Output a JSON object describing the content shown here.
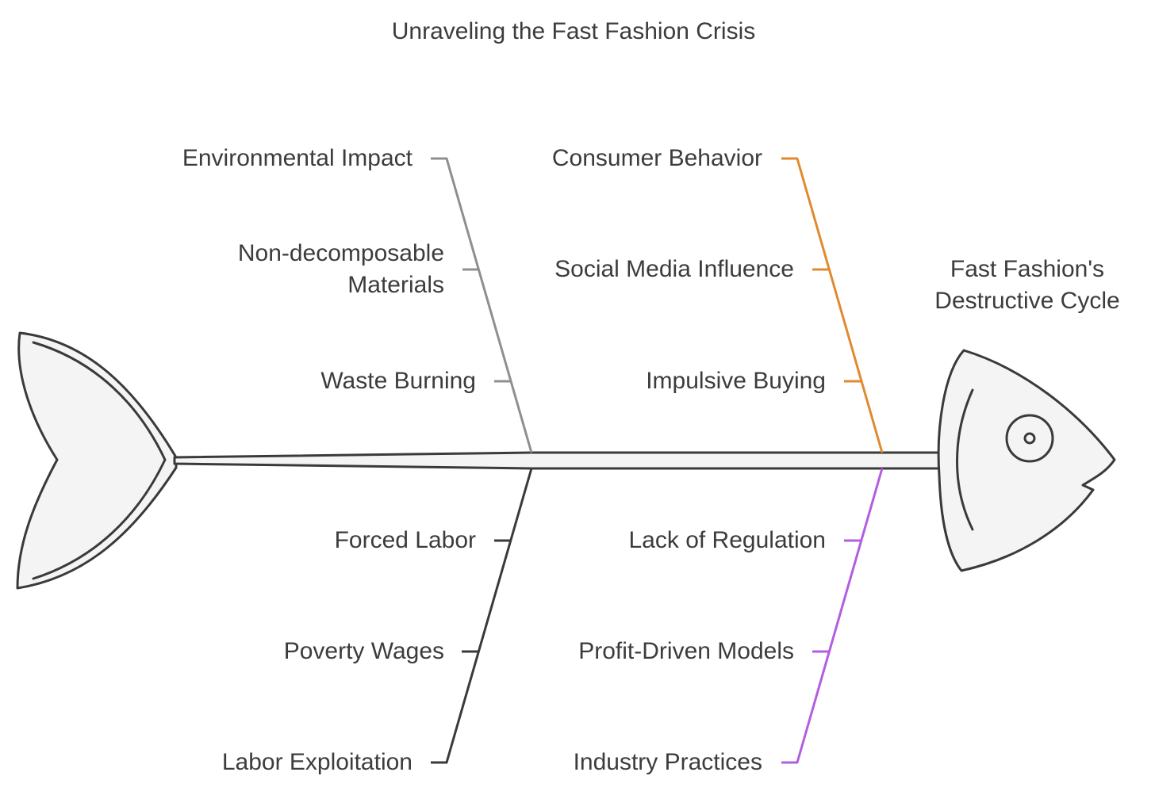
{
  "title": "Unraveling the Fast Fashion Crisis",
  "effect": "Fast Fashion's\nDestructive Cycle",
  "categories": {
    "environmental": {
      "label": "Environmental Impact",
      "color": "#8f8f8f",
      "causes": [
        "Non-decomposable\nMaterials",
        "Waste Burning"
      ]
    },
    "consumer": {
      "label": "Consumer Behavior",
      "color": "#e08a2e",
      "causes": [
        "Social Media Influence",
        "Impulsive Buying"
      ]
    },
    "labor": {
      "label": "Labor Exploitation",
      "color": "#3a3a3a",
      "causes": [
        "Forced Labor",
        "Poverty Wages"
      ]
    },
    "industry": {
      "label": "Industry Practices",
      "color": "#b35de0",
      "causes": [
        "Lack of Regulation",
        "Profit-Driven Models"
      ]
    }
  }
}
